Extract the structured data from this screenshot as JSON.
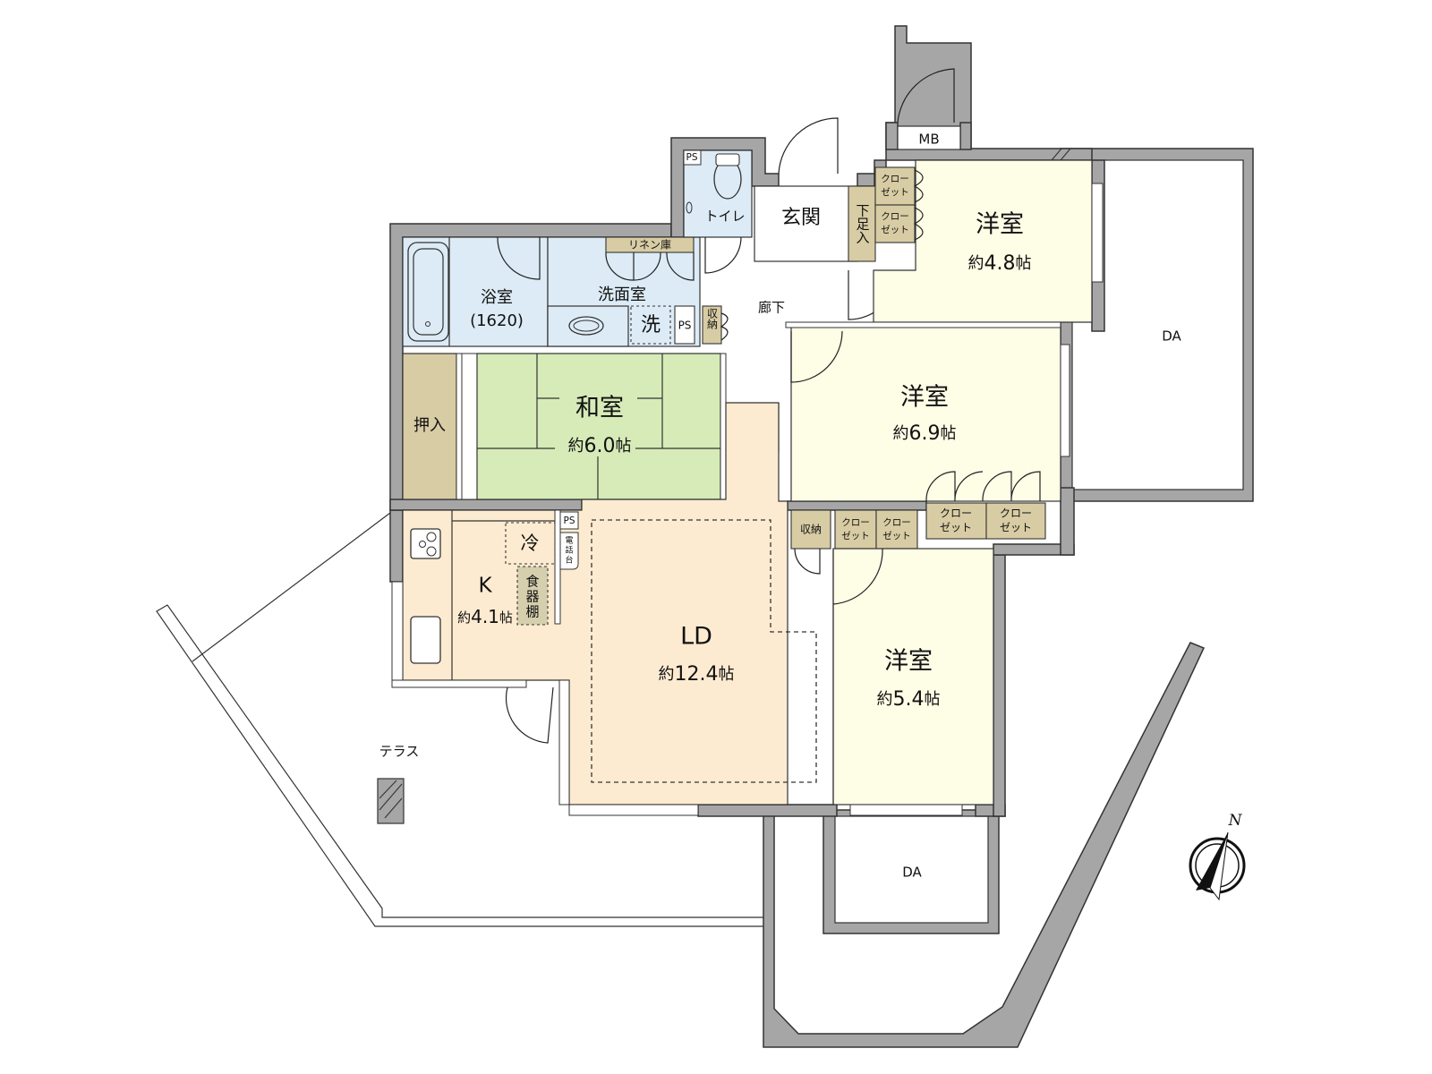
{
  "colors": {
    "wall": "#a6a6a6",
    "wet_area": "#dcebf5",
    "tatami": "#d6ebb7",
    "ld_kitchen": "#fdebd1",
    "western_room": "#fefde6",
    "storage": "#d8cca4",
    "food_shelf": "#d5cfae",
    "outdoor": "#ffffff"
  },
  "rooms": {
    "bathroom": {
      "name": "浴室",
      "size": "(1620)"
    },
    "washroom": {
      "name": "洗面室"
    },
    "washer": {
      "name": "洗"
    },
    "linen": {
      "name": "リネン庫"
    },
    "toilet": {
      "name": "トイレ"
    },
    "entrance": {
      "name": "玄関"
    },
    "shoe_box": {
      "name": "下足入"
    },
    "meter_box": {
      "name": "MB"
    },
    "hallway": {
      "name": "廊下"
    },
    "ps_washroom": {
      "name": "PS"
    },
    "ps_toilet": {
      "name": "PS"
    },
    "ps_kitchen": {
      "name": "PS"
    },
    "storage_hall": {
      "name": "収納"
    },
    "western1": {
      "name": "洋室",
      "area_prefix": "約",
      "area": "4.8",
      "unit": "帖"
    },
    "western2": {
      "name": "洋室",
      "area_prefix": "約",
      "area": "6.9",
      "unit": "帖"
    },
    "western3": {
      "name": "洋室",
      "area_prefix": "約",
      "area": "5.4",
      "unit": "帖"
    },
    "japanese": {
      "name": "和室",
      "area_prefix": "約",
      "area": "6.0",
      "unit": "帖"
    },
    "oshiire": {
      "name": "押入"
    },
    "kitchen": {
      "name": "K",
      "area_prefix": "約",
      "area": "4.1",
      "unit": "帖"
    },
    "ld": {
      "name": "LD",
      "area_prefix": "約",
      "area": "12.4",
      "unit": "帖"
    },
    "fridge": {
      "name": "冷"
    },
    "food_shelf": {
      "name": "食器棚"
    },
    "phone_stand": {
      "name": "電話台"
    },
    "terrace": {
      "name": "テラス"
    },
    "da_upper": {
      "name": "DA"
    },
    "da_lower": {
      "name": "DA"
    }
  },
  "closets": {
    "label": "クローゼット",
    "line1": "クロー",
    "line2": "ゼット",
    "storage_label": "収納"
  },
  "compass": {
    "label": "N"
  }
}
